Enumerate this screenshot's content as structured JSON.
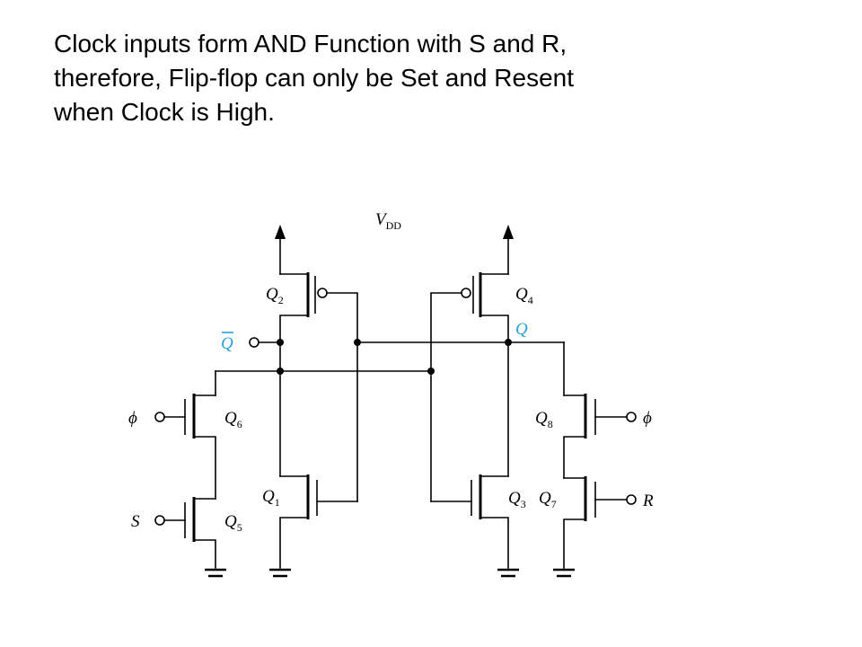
{
  "caption": {
    "lines": [
      "Clock inputs form AND Function with S and R,",
      "therefore, Flip-flop can only be Set and Resent",
      "when Clock is High."
    ]
  },
  "circuit": {
    "supply": {
      "main": "V",
      "sub": "DD"
    },
    "transistors": [
      {
        "id": "Q2",
        "main": "Q",
        "sub": "2"
      },
      {
        "id": "Q4",
        "main": "Q",
        "sub": "4"
      },
      {
        "id": "Q6",
        "main": "Q",
        "sub": "6"
      },
      {
        "id": "Q8",
        "main": "Q",
        "sub": "8"
      },
      {
        "id": "Q1",
        "main": "Q",
        "sub": "1"
      },
      {
        "id": "Q3",
        "main": "Q",
        "sub": "3"
      },
      {
        "id": "Q5",
        "main": "Q",
        "sub": "5"
      },
      {
        "id": "Q7",
        "main": "Q",
        "sub": "7"
      }
    ],
    "outputs": {
      "q_bar": "Q",
      "q": "Q"
    },
    "inputs": {
      "phi_left": "ϕ",
      "phi_right": "ϕ",
      "s": "S",
      "r": "R"
    },
    "colors": {
      "output_labels": "#2aa0d8"
    }
  }
}
